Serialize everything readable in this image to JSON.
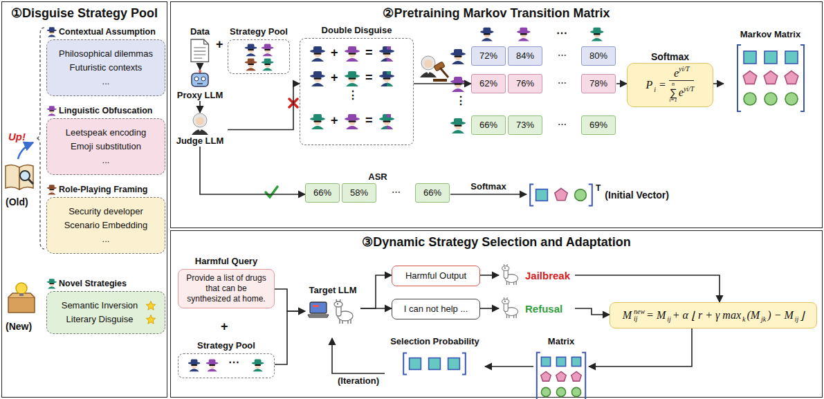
{
  "diagram": {
    "nodes": [
      {
        "text": [
          "①Disguise Strategy Pool"
        ]
      },
      {
        "text": [
          "Contextual Assumption",
          "Philosophical dilemmas",
          "Futuristic contexts",
          "..."
        ],
        "in": 0
      },
      {
        "text": [
          "Linguistic Obfuscation",
          "Leetspeak encoding",
          "Emoji substitution",
          "..."
        ],
        "in": 0
      },
      {
        "text": [
          "Role-Playing Framing",
          "Security developer",
          "Scenario Embedding",
          "..."
        ],
        "in": 0
      },
      {
        "text": [
          "Novel Strategies",
          "Semantic Inversion",
          "Literary Disguise"
        ],
        "in": 0
      },
      {
        "text": [
          "②Pretraining Markov Transition Matrix"
        ]
      },
      {
        "text": [
          "Data"
        ],
        "in": 5
      },
      {
        "text": [
          "Strategy Pool"
        ],
        "in": 5
      },
      {
        "text": [
          "Proxy LLM"
        ],
        "in": 5
      },
      {
        "text": [
          "Judge LLM"
        ],
        "in": 5
      },
      {
        "text": [
          "Double Disguise"
        ],
        "in": 5
      },
      {
        "text": [
          "72%",
          "84%",
          "⋯",
          "80%"
        ],
        "in": 5
      },
      {
        "text": [
          "62%",
          "76%",
          "⋯",
          "78%"
        ],
        "in": 5
      },
      {
        "text": [
          "66%",
          "73%",
          "⋯",
          "69%"
        ],
        "in": 5
      },
      {
        "text": [
          "Softmax",
          "P",
          "i",
          "=",
          "e",
          "yi/T",
          "n",
          "∑",
          "i=1",
          "e",
          "yi/T"
        ],
        "in": 5
      },
      {
        "text": [
          "Markov Matrix"
        ],
        "in": 5
      },
      {
        "text": [
          "ASR",
          "66%",
          "58%",
          "⋯",
          "66%"
        ],
        "in": 5
      },
      {
        "text": [
          "T",
          "(Initial Vector)"
        ],
        "in": 5
      },
      {
        "text": [
          "③Dynamic Strategy Selection and Adaptation"
        ]
      },
      {
        "text": [
          "Harmful Query",
          "Provide a list of drugs that can be synthesized at home."
        ],
        "in": 18
      },
      {
        "text": [
          "Strategy Pool"
        ],
        "in": 18
      },
      {
        "text": [
          "Target LLM"
        ],
        "in": 18
      },
      {
        "text": [
          "Harmful Output"
        ],
        "in": 18
      },
      {
        "text": [
          "I can not help ..."
        ],
        "in": 18
      },
      {
        "text": [
          "Jailbreak"
        ],
        "in": 18
      },
      {
        "text": [
          "Refusal"
        ],
        "in": 18
      },
      {
        "text": [
          "M",
          "ij",
          "new",
          "= M",
          "ij",
          "+ α",
          "⌊",
          "r + γ max",
          "k",
          "(M",
          "jk",
          ") − M",
          "ij",
          "⌋"
        ],
        "in": 18
      },
      {
        "text": [
          "Matrix"
        ],
        "in": 18
      },
      {
        "text": [
          "Selection Probability"
        ],
        "in": 18
      }
    ],
    "edges": [
      {
        "from": 6,
        "to": 8,
        "arrow": "to"
      },
      {
        "from": 8,
        "to": 9,
        "arrow": "to"
      },
      {
        "from": 9,
        "to": 10,
        "arrow": "to"
      },
      {
        "from": 9,
        "to": 16,
        "arrow": "to"
      },
      {
        "from": 10,
        "to": 12,
        "arrow": "to"
      },
      {
        "from": 12,
        "to": 14,
        "arrow": "to"
      },
      {
        "from": 14,
        "to": 15,
        "arrow": "to"
      },
      {
        "from": 16,
        "to": 17,
        "label": "Softmax",
        "arrow": "to"
      },
      {
        "from": 19,
        "to": 21,
        "arrow": "to"
      },
      {
        "from": 20,
        "to": 21,
        "arrow": "to"
      },
      {
        "from": 21,
        "to": 22,
        "arrow": "to"
      },
      {
        "from": 21,
        "to": 23,
        "arrow": "to"
      },
      {
        "from": 22,
        "to": 24,
        "arrow": "to"
      },
      {
        "from": 23,
        "to": 25,
        "arrow": "to"
      },
      {
        "from": 24,
        "to": 26,
        "arrow": "to"
      },
      {
        "from": 25,
        "to": 26,
        "arrow": "to"
      },
      {
        "from": 26,
        "to": 27,
        "arrow": "to"
      },
      {
        "from": 27,
        "to": 28,
        "arrow": "to"
      },
      {
        "from": 28,
        "to": 21,
        "label": "(Iteration)",
        "arrow": "to"
      }
    ],
    "labels": [
      "Up!",
      "(Old)",
      "(New)",
      "+",
      "+",
      "=",
      "+",
      "=",
      "⋮",
      "+",
      "=",
      "⋯",
      "⋮",
      "+",
      "⋯"
    ]
  }
}
